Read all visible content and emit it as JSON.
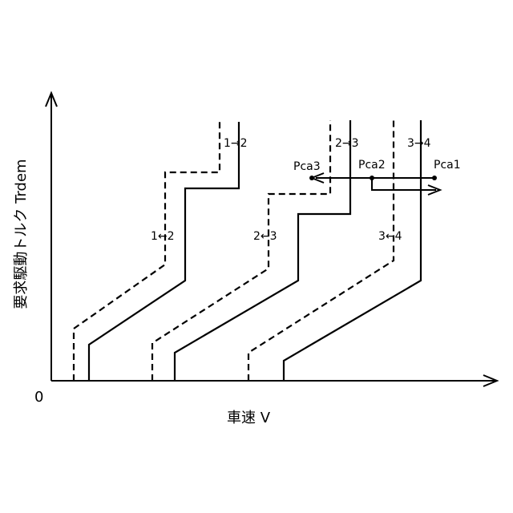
{
  "axes": {
    "y_label": "要求駆動トルク Trdem",
    "x_label": "車速 V",
    "origin": "0"
  },
  "shift_lines": {
    "up_1_2": "1→2",
    "down_1_2": "1←2",
    "up_2_3": "2→3",
    "down_2_3": "2←3",
    "up_3_4": "3→4",
    "down_3_4": "3←4"
  },
  "points": {
    "pca1": "Pca1",
    "pca2": "Pca2",
    "pca3": "Pca3"
  }
}
